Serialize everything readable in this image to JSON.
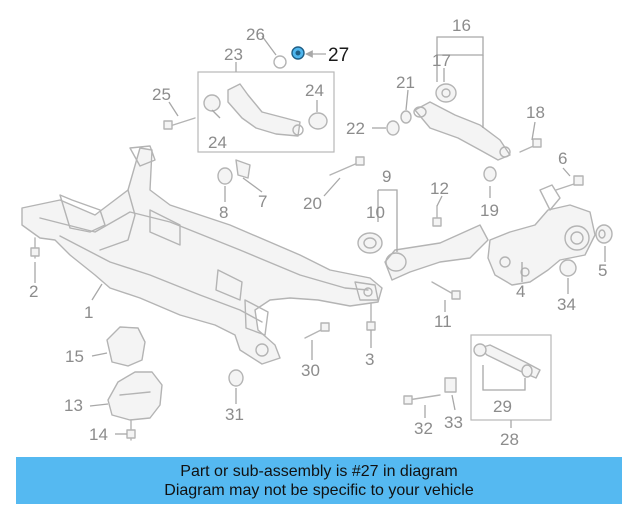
{
  "diagram": {
    "highlighted_part": "27",
    "colors": {
      "highlight": "#4fb6ee",
      "banner": "#55b9f1",
      "line": "#b4b4b4"
    },
    "labels": {
      "n1": "1",
      "n2": "2",
      "n3": "3",
      "n4": "4",
      "n5": "5",
      "n6": "6",
      "n7": "7",
      "n8": "8",
      "n9": "9",
      "n10": "10",
      "n11": "11",
      "n12": "12",
      "n13": "13",
      "n14": "14",
      "n15": "15",
      "n16": "16",
      "n17": "17",
      "n18": "18",
      "n19": "19",
      "n20": "20",
      "n21": "21",
      "n22": "22",
      "n23": "23",
      "n24a": "24",
      "n24b": "24",
      "n25": "25",
      "n26": "26",
      "n27": "27",
      "n28": "28",
      "n29": "29",
      "n30": "30",
      "n31": "31",
      "n32": "32",
      "n33": "33",
      "n34": "34"
    }
  },
  "banner": {
    "line1": "Part or sub-assembly is #27 in diagram",
    "line2": "Diagram may not be specific to your vehicle"
  }
}
